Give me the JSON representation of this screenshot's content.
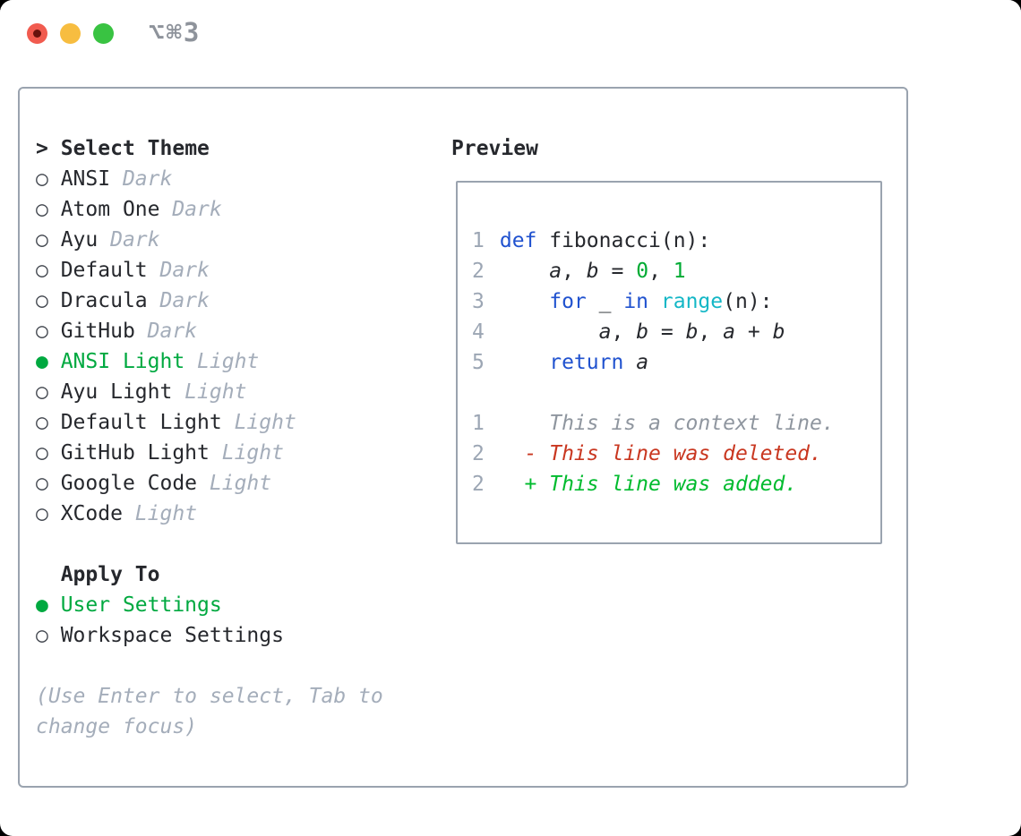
{
  "window": {
    "shortcut": "⌥⌘3",
    "traffic_lights": [
      "close-button",
      "minimize-button",
      "zoom-button"
    ]
  },
  "glyphs": {
    "prompt": ">",
    "radio_unselected": "○",
    "radio_selected": "●"
  },
  "theme_selector": {
    "title": "Select Theme",
    "items": [
      {
        "label": "ANSI",
        "variant": "Dark",
        "selected": false
      },
      {
        "label": "Atom One",
        "variant": "Dark",
        "selected": false
      },
      {
        "label": "Ayu",
        "variant": "Dark",
        "selected": false
      },
      {
        "label": "Default",
        "variant": "Dark",
        "selected": false
      },
      {
        "label": "Dracula",
        "variant": "Dark",
        "selected": false
      },
      {
        "label": "GitHub",
        "variant": "Dark",
        "selected": false
      },
      {
        "label": "ANSI Light",
        "variant": "Light",
        "selected": true
      },
      {
        "label": "Ayu Light",
        "variant": "Light",
        "selected": false
      },
      {
        "label": "Default Light",
        "variant": "Light",
        "selected": false
      },
      {
        "label": "GitHub Light",
        "variant": "Light",
        "selected": false
      },
      {
        "label": "Google Code",
        "variant": "Light",
        "selected": false
      },
      {
        "label": "XCode",
        "variant": "Light",
        "selected": false
      }
    ]
  },
  "apply_to": {
    "title": "Apply To",
    "options": [
      {
        "label": "User Settings",
        "selected": true
      },
      {
        "label": "Workspace Settings",
        "selected": false
      }
    ]
  },
  "hint": {
    "line1": "(Use Enter to select, Tab to",
    "line2": "change focus)"
  },
  "preview": {
    "title": "Preview",
    "code_lines": [
      {
        "num": "1",
        "segments": [
          [
            "kw",
            "def"
          ],
          [
            "plain",
            " fibonacci(n):"
          ]
        ]
      },
      {
        "num": "2",
        "segments": [
          [
            "plain",
            "    "
          ],
          [
            "var",
            "a"
          ],
          [
            "plain",
            ", "
          ],
          [
            "var",
            "b"
          ],
          [
            "plain",
            " = "
          ],
          [
            "num",
            "0"
          ],
          [
            "plain",
            ", "
          ],
          [
            "num",
            "1"
          ]
        ]
      },
      {
        "num": "3",
        "segments": [
          [
            "plain",
            "    "
          ],
          [
            "kw",
            "for"
          ],
          [
            "plain",
            " _ "
          ],
          [
            "kw",
            "in"
          ],
          [
            "plain",
            " "
          ],
          [
            "fn",
            "range"
          ],
          [
            "plain",
            "(n):"
          ]
        ]
      },
      {
        "num": "4",
        "segments": [
          [
            "plain",
            "        "
          ],
          [
            "var",
            "a"
          ],
          [
            "plain",
            ", "
          ],
          [
            "var",
            "b"
          ],
          [
            "plain",
            " = "
          ],
          [
            "var",
            "b"
          ],
          [
            "plain",
            ", "
          ],
          [
            "var",
            "a"
          ],
          [
            "plain",
            " + "
          ],
          [
            "var",
            "b"
          ]
        ]
      },
      {
        "num": "5",
        "segments": [
          [
            "plain",
            "    "
          ],
          [
            "kw",
            "return"
          ],
          [
            "plain",
            " "
          ],
          [
            "var",
            "a"
          ]
        ]
      }
    ],
    "diff_lines": [
      {
        "num": "1",
        "type": "context",
        "text": "    This is a context line."
      },
      {
        "num": "2",
        "type": "deleted",
        "text": "  - This line was deleted."
      },
      {
        "num": "2",
        "type": "added",
        "text": "  + This line was added."
      }
    ]
  },
  "colors": {
    "text": "#26282d",
    "muted": "#a4adba",
    "muted_dark": "#8e939b",
    "linenum": "#9ca6b4",
    "ctx_gray": "#8f969f",
    "border": "#9aa3af",
    "radio_ring": "#40454d",
    "green": "#00a940",
    "num_green": "#00ab34",
    "add_green": "#00bb2e",
    "red": "#c93720",
    "blue": "#2052cf",
    "cyan": "#14b7c6",
    "tl_red": "#f15b4f",
    "tl_red_dot": "#67120d",
    "tl_yellow": "#f7bd40",
    "tl_green": "#39c342"
  }
}
